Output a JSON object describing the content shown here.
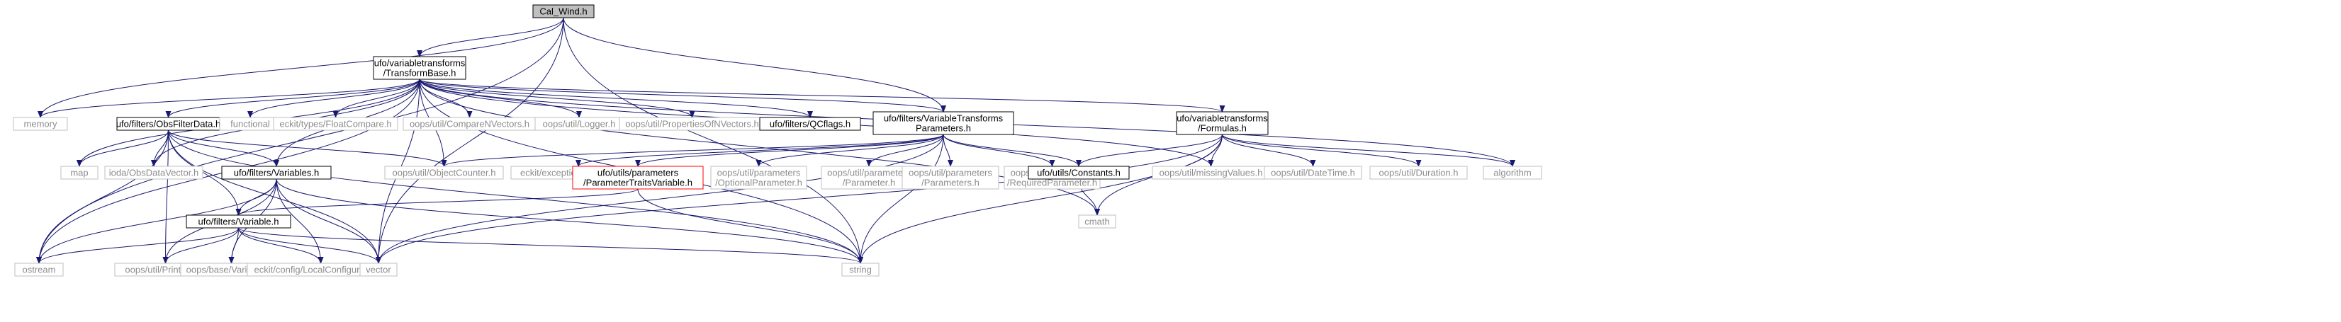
{
  "graph": {
    "colors": {
      "edge": "#191970",
      "root_fill": "#bfbfbf",
      "root_stroke": "#000000",
      "documented_stroke": "#000000",
      "external_stroke": "#bfbfbf",
      "missing_stroke": "#ff0000",
      "documented_text": "#000000",
      "external_text": "#8c8c8c",
      "node_fill": "#ffffff"
    },
    "nodes": [
      {
        "id": "root",
        "lines": [
          "Cal_Wind.h"
        ],
        "kind": "root"
      },
      {
        "id": "transformbase",
        "lines": [
          "ufo/variabletransforms",
          "/TransformBase.h"
        ],
        "kind": "documented"
      },
      {
        "id": "memory",
        "lines": [
          "memory"
        ],
        "kind": "external"
      },
      {
        "id": "obsfilterdata",
        "lines": [
          "ufo/filters/ObsFilterData.h"
        ],
        "kind": "documented"
      },
      {
        "id": "functional",
        "lines": [
          "functional"
        ],
        "kind": "external"
      },
      {
        "id": "floatcompare",
        "lines": [
          "eckit/types/FloatCompare.h"
        ],
        "kind": "external"
      },
      {
        "id": "comparenvectors",
        "lines": [
          "oops/util/CompareNVectors.h"
        ],
        "kind": "external"
      },
      {
        "id": "logger",
        "lines": [
          "oops/util/Logger.h"
        ],
        "kind": "external"
      },
      {
        "id": "propertiesofnvectors",
        "lines": [
          "oops/util/PropertiesOfNVectors.h"
        ],
        "kind": "external"
      },
      {
        "id": "qcflags",
        "lines": [
          "ufo/filters/QCflags.h"
        ],
        "kind": "documented"
      },
      {
        "id": "vtparams",
        "lines": [
          "ufo/filters/VariableTransforms",
          "Parameters.h"
        ],
        "kind": "documented"
      },
      {
        "id": "formulas",
        "lines": [
          "ufo/variabletransforms",
          "/Formulas.h"
        ],
        "kind": "documented"
      },
      {
        "id": "map",
        "lines": [
          "map"
        ],
        "kind": "external"
      },
      {
        "id": "obsdatavector",
        "lines": [
          "ioda/ObsDataVector.h"
        ],
        "kind": "external"
      },
      {
        "id": "objectcounter",
        "lines": [
          "oops/util/ObjectCounter.h"
        ],
        "kind": "external"
      },
      {
        "id": "exceptions",
        "lines": [
          "eckit/exception/Exceptions.h"
        ],
        "kind": "external"
      },
      {
        "id": "paramtraits",
        "lines": [
          "ufo/utils/parameters",
          "/ParameterTraitsVariable.h"
        ],
        "kind": "missing"
      },
      {
        "id": "optionalparam",
        "lines": [
          "oops/util/parameters",
          "/OptionalParameter.h"
        ],
        "kind": "external"
      },
      {
        "id": "parameter",
        "lines": [
          "oops/util/parameters",
          "/Parameter.h"
        ],
        "kind": "external"
      },
      {
        "id": "parameters",
        "lines": [
          "oops/util/parameters",
          "/Parameters.h"
        ],
        "kind": "external"
      },
      {
        "id": "requiredparam",
        "lines": [
          "oops/util/parameters",
          "/RequiredParameter.h"
        ],
        "kind": "external"
      },
      {
        "id": "constants",
        "lines": [
          "ufo/utils/Constants.h"
        ],
        "kind": "documented"
      },
      {
        "id": "missingvalues",
        "lines": [
          "oops/util/missingValues.h"
        ],
        "kind": "external"
      },
      {
        "id": "datetime",
        "lines": [
          "oops/util/DateTime.h"
        ],
        "kind": "external"
      },
      {
        "id": "duration",
        "lines": [
          "oops/util/Duration.h"
        ],
        "kind": "external"
      },
      {
        "id": "algorithm",
        "lines": [
          "algorithm"
        ],
        "kind": "external"
      },
      {
        "id": "variablesh",
        "lines": [
          "ufo/filters/Variables.h"
        ],
        "kind": "documented"
      },
      {
        "id": "cmath",
        "lines": [
          "cmath"
        ],
        "kind": "external"
      },
      {
        "id": "variableh",
        "lines": [
          "ufo/filters/Variable.h"
        ],
        "kind": "documented"
      },
      {
        "id": "ostream",
        "lines": [
          "ostream"
        ],
        "kind": "external"
      },
      {
        "id": "printable",
        "lines": [
          "oops/util/Printable.h"
        ],
        "kind": "external"
      },
      {
        "id": "oopsvariables",
        "lines": [
          "oops/base/Variables.h"
        ],
        "kind": "external"
      },
      {
        "id": "localconfig",
        "lines": [
          "eckit/config/LocalConfiguration.h"
        ],
        "kind": "external"
      },
      {
        "id": "vector",
        "lines": [
          "vector"
        ],
        "kind": "external"
      },
      {
        "id": "string",
        "lines": [
          "string"
        ],
        "kind": "external"
      }
    ],
    "edges": [
      [
        "root",
        "transformbase"
      ],
      [
        "root",
        "memory"
      ],
      [
        "root",
        "ostream"
      ],
      [
        "root",
        "vector"
      ],
      [
        "root",
        "string"
      ],
      [
        "root",
        "vtparams"
      ],
      [
        "transformbase",
        "memory"
      ],
      [
        "transformbase",
        "obsfilterdata"
      ],
      [
        "transformbase",
        "functional"
      ],
      [
        "transformbase",
        "floatcompare"
      ],
      [
        "transformbase",
        "comparenvectors"
      ],
      [
        "transformbase",
        "logger"
      ],
      [
        "transformbase",
        "propertiesofnvectors"
      ],
      [
        "transformbase",
        "qcflags"
      ],
      [
        "transformbase",
        "vtparams"
      ],
      [
        "transformbase",
        "formulas"
      ],
      [
        "transformbase",
        "map"
      ],
      [
        "transformbase",
        "obsdatavector"
      ],
      [
        "transformbase",
        "objectcounter"
      ],
      [
        "transformbase",
        "variablesh"
      ],
      [
        "transformbase",
        "ostream"
      ],
      [
        "transformbase",
        "vector"
      ],
      [
        "transformbase",
        "string"
      ],
      [
        "transformbase",
        "cmath"
      ],
      [
        "transformbase",
        "algorithm"
      ],
      [
        "transformbase",
        "missingvalues"
      ],
      [
        "obsfilterdata",
        "map"
      ],
      [
        "obsfilterdata",
        "obsdatavector"
      ],
      [
        "obsfilterdata",
        "objectcounter"
      ],
      [
        "obsfilterdata",
        "variableh"
      ],
      [
        "obsfilterdata",
        "variablesh"
      ],
      [
        "obsfilterdata",
        "ostream"
      ],
      [
        "obsfilterdata",
        "printable"
      ],
      [
        "obsfilterdata",
        "vector"
      ],
      [
        "obsfilterdata",
        "string"
      ],
      [
        "vtparams",
        "objectcounter"
      ],
      [
        "vtparams",
        "exceptions"
      ],
      [
        "vtparams",
        "paramtraits"
      ],
      [
        "vtparams",
        "optionalparam"
      ],
      [
        "vtparams",
        "parameter"
      ],
      [
        "vtparams",
        "parameters"
      ],
      [
        "vtparams",
        "requiredparam"
      ],
      [
        "vtparams",
        "constants"
      ],
      [
        "vtparams",
        "string"
      ],
      [
        "vtparams",
        "vector"
      ],
      [
        "formulas",
        "constants"
      ],
      [
        "formulas",
        "missingvalues"
      ],
      [
        "formulas",
        "datetime"
      ],
      [
        "formulas",
        "duration"
      ],
      [
        "formulas",
        "algorithm"
      ],
      [
        "formulas",
        "cmath"
      ],
      [
        "formulas",
        "vector"
      ],
      [
        "formulas",
        "string"
      ],
      [
        "paramtraits",
        "variableh"
      ],
      [
        "paramtraits",
        "string"
      ],
      [
        "constants",
        "cmath"
      ],
      [
        "variablesh",
        "variableh"
      ],
      [
        "variablesh",
        "ostream"
      ],
      [
        "variablesh",
        "printable"
      ],
      [
        "variablesh",
        "oopsvariables"
      ],
      [
        "variablesh",
        "localconfig"
      ],
      [
        "variablesh",
        "vector"
      ],
      [
        "variablesh",
        "string"
      ],
      [
        "variableh",
        "ostream"
      ],
      [
        "variableh",
        "printable"
      ],
      [
        "variableh",
        "oopsvariables"
      ],
      [
        "variableh",
        "localconfig"
      ],
      [
        "variableh",
        "vector"
      ],
      [
        "variableh",
        "string"
      ]
    ]
  }
}
